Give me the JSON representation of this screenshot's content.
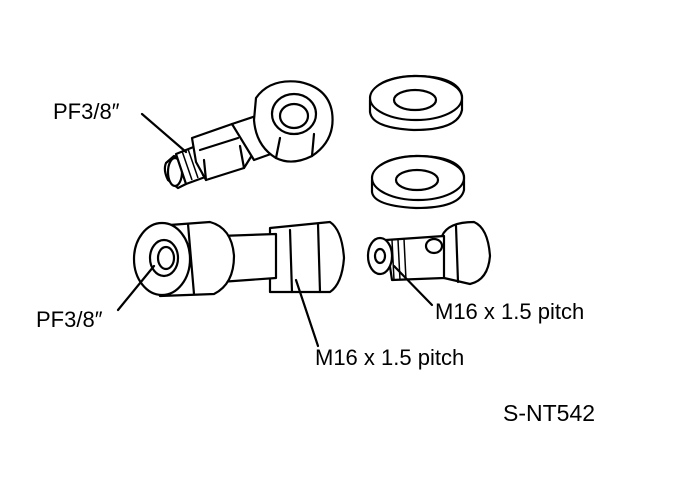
{
  "labels": {
    "pf_top": "PF3/8″",
    "pf_bottom": "PF3/8″",
    "m16_right": "M16 x 1.5 pitch",
    "m16_bottom": "M16 x 1.5 pitch",
    "figure_code": "S-NT542"
  },
  "parts": {
    "banjo_fitting": "banjo-fitting-icon",
    "washer_top": "washer-icon",
    "washer_bottom": "washer-icon",
    "adapter": "adapter-icon",
    "banjo_bolt": "banjo-bolt-icon"
  }
}
